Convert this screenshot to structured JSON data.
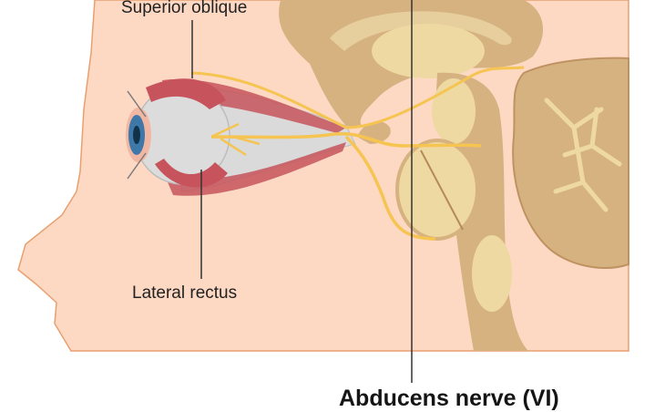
{
  "labels": {
    "superior_oblique": "Superior oblique",
    "lateral_rectus": "Lateral rectus",
    "title": "Abducens nerve (VI)"
  },
  "colors": {
    "background": "#ffffff",
    "skin": "#fdd9c4",
    "skin_outline": "#e8a070",
    "brain": "#d7b281",
    "brain_light": "#e6cf9d",
    "structure_fill": "#efd9a2",
    "nerve": "#f5c451",
    "muscle": "#c7545c",
    "sclera": "#dcdcdc",
    "iris": "#3d78a8",
    "leader_line": "#333333"
  },
  "icons": {
    "eye": "eyeball-illustration",
    "brain": "sagittal-brain-illustration"
  }
}
